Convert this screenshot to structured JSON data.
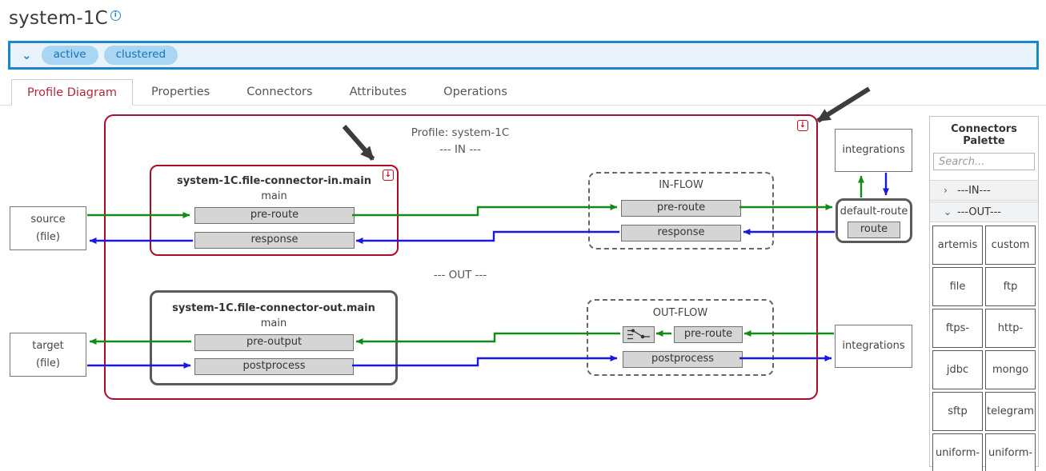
{
  "header": {
    "title": "system-1C",
    "info_glyph": "i"
  },
  "status_bar": {
    "chevron_glyph": "⌄",
    "badges": [
      "active",
      "clustered"
    ]
  },
  "tabs": {
    "items": [
      {
        "label": "Profile Diagram",
        "active": true
      },
      {
        "label": "Properties",
        "active": false
      },
      {
        "label": "Connectors",
        "active": false
      },
      {
        "label": "Attributes",
        "active": false
      },
      {
        "label": "Operations",
        "active": false
      }
    ]
  },
  "diagram": {
    "profile_label": "Profile: system-1C",
    "in_section_label": "--- IN ---",
    "out_section_label": "--- OUT ---",
    "download_icon_glyph": "↓",
    "source": {
      "line1": "source",
      "line2": "(file)"
    },
    "target": {
      "line1": "target",
      "line2": "(file)"
    },
    "connector_in": {
      "title": "system-1C.file-connector-in.main",
      "subtitle": "main",
      "bars": [
        "pre-route",
        "response"
      ]
    },
    "connector_out": {
      "title": "system-1C.file-connector-out.main",
      "subtitle": "main",
      "bars": [
        "pre-output",
        "postprocess"
      ]
    },
    "in_flow": {
      "title": "IN-FLOW",
      "bars": [
        "pre-route",
        "response"
      ]
    },
    "out_flow": {
      "title": "OUT-FLOW",
      "bars": [
        "pre-route",
        "postprocess"
      ]
    },
    "integrations_top": "integrations",
    "integrations_bottom": "integrations",
    "default_route": {
      "title": "default-route",
      "bar": "route"
    }
  },
  "palette": {
    "title": "Connectors Palette",
    "search_placeholder": "Search...",
    "sections": [
      {
        "chevron": "›",
        "label": "---IN---"
      },
      {
        "chevron": "⌄",
        "label": "---OUT---"
      }
    ],
    "connectors": [
      "artemis",
      "custom",
      "file",
      "ftp",
      "ftps-",
      "http-",
      "jdbc",
      "mongo",
      "sftp",
      "telegram",
      "uniform-",
      "uniform-"
    ]
  },
  "colors": {
    "accent_blue": "#1a86ce",
    "badge_bg": "#a9d6f2",
    "badge_text": "#1673b4",
    "profile_red": "#ab0a2d",
    "flow_green": "#168a16",
    "flow_blue": "#1919e0",
    "tab_active_red": "#b02a37",
    "bar_gray": "#d5d5d5",
    "annotation_black": "#3c3c3c"
  }
}
